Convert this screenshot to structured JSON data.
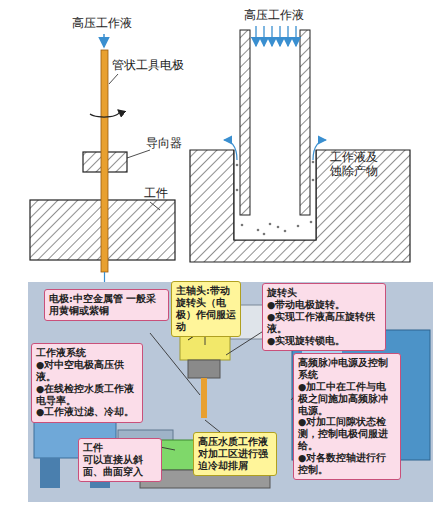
{
  "diagram": {
    "nodes": [
      {
        "text": [
          "电极:中空金属管 一般采用黄铜或紫铜"
        ]
      },
      {
        "text": [
          "主轴头:带动旋转头（电极）作伺服运动"
        ]
      },
      {
        "text": [
          "旋转头",
          "●带动电极旋转。",
          "●实现工作液高压旋转供液。",
          "●实现旋转锁电。"
        ]
      },
      {
        "text": [
          "工作液系统",
          "●对中空电极高压供液。",
          "●在线检控水质工作液电导率。",
          "●工作液过滤、冷却。"
        ]
      },
      {
        "text": [
          "高频脉冲电源及控制系统",
          "●加工中在工件与电极之间施加高频脉冲电源。",
          "●对加工间隙状态检测，控制电极伺服进给。",
          "●对各数控轴进行行控制。"
        ]
      },
      {
        "text": [
          "工件",
          "可以直接从斜面、曲面穿入"
        ]
      },
      {
        "text": [
          "高压水质工作液",
          "对加工区进行强迫冷却排屑"
        ]
      }
    ],
    "labels": [
      "高压工作液",
      "管状工具电极",
      "导向器",
      "工件",
      "高压工作液",
      "工作液及蚀除产物"
    ]
  }
}
